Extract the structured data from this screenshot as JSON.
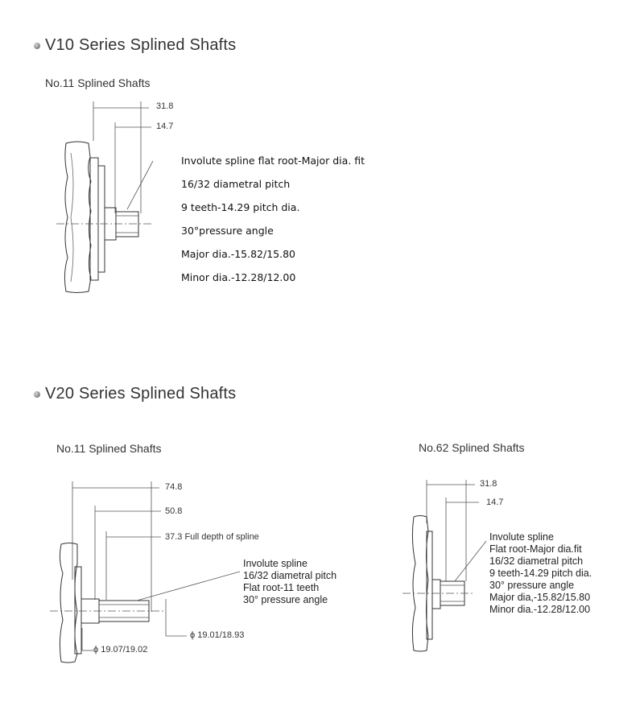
{
  "sections": [
    {
      "title": "V10 Series Splined Shafts",
      "diagrams": [
        {
          "title": "No.11  Splined Shafts",
          "dimensions": [
            "31.8",
            "14.7"
          ],
          "specs": [
            "Involute spline flat root-Major dia. fit",
            "16/32 diametral pitch",
            "9 teeth-14.29 pitch dia.",
            "30°pressure angle",
            "Major dia.-15.82/15.80",
            "Minor dia.-12.28/12.00"
          ]
        }
      ]
    },
    {
      "title": "V20  Series Splined Shafts",
      "diagrams": [
        {
          "title": "No.11 Splined Shafts",
          "dimensions": [
            "74.8",
            "50.8",
            "37.3 Full depth of spline",
            "ϕ 19.01/18.93",
            "ϕ 19.07/19.02"
          ],
          "specs": [
            "Involute spline",
            "16/32 diametral pitch",
            "Flat root-11 teeth",
            "30°  pressure angle"
          ]
        },
        {
          "title": "No.62 Splined Shafts",
          "dimensions": [
            "31.8",
            "14.7"
          ],
          "specs": [
            "Involute spline",
            "Flat root-Major dia.fit",
            "16/32 diametral pitch",
            "9 teeth-14.29 pitch dia.",
            "30°  pressure angle",
            "Major dia,-15.82/15.80",
            "Minor dia.-12.28/12.00"
          ]
        }
      ]
    }
  ]
}
